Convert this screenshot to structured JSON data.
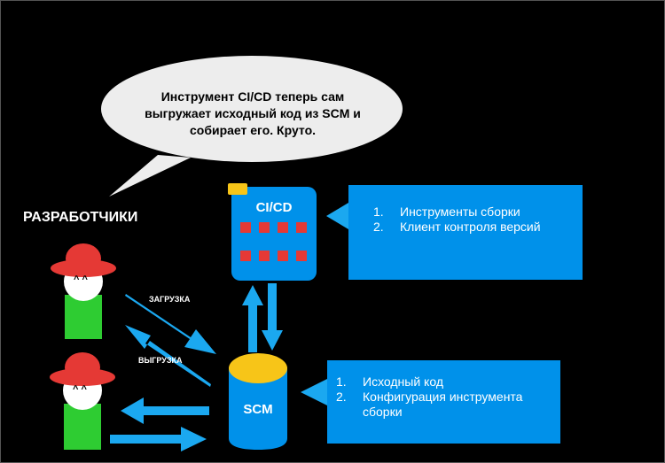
{
  "bubble": {
    "text": "Инструмент CI/CD теперь сам выгружает исходный код из SCM и собирает его. Круто."
  },
  "developers": {
    "title": "РАЗРАБОТЧИКИ",
    "face": "^ ^"
  },
  "arrows": {
    "upload_label": "ЗАГРУЗКА",
    "download_label": "ВЫГРУЗКА"
  },
  "cicd": {
    "label": "CI/CD",
    "info": {
      "items": [
        {
          "num": "1.",
          "text": "Инструменты сборки"
        },
        {
          "num": "2.",
          "text": "Клиент контроля версий"
        }
      ]
    }
  },
  "scm": {
    "label": "SCM",
    "info": {
      "items": [
        {
          "num": "1.",
          "text": "Исходный код"
        },
        {
          "num": "2.",
          "text": "Конфигурация инструмента сборки"
        }
      ]
    }
  },
  "colors": {
    "blue": "#0091ea",
    "arrow": "#1ba8f0",
    "red": "#e53935",
    "green": "#2ecc32",
    "yellow": "#f7c518",
    "bubble": "#ededed"
  }
}
